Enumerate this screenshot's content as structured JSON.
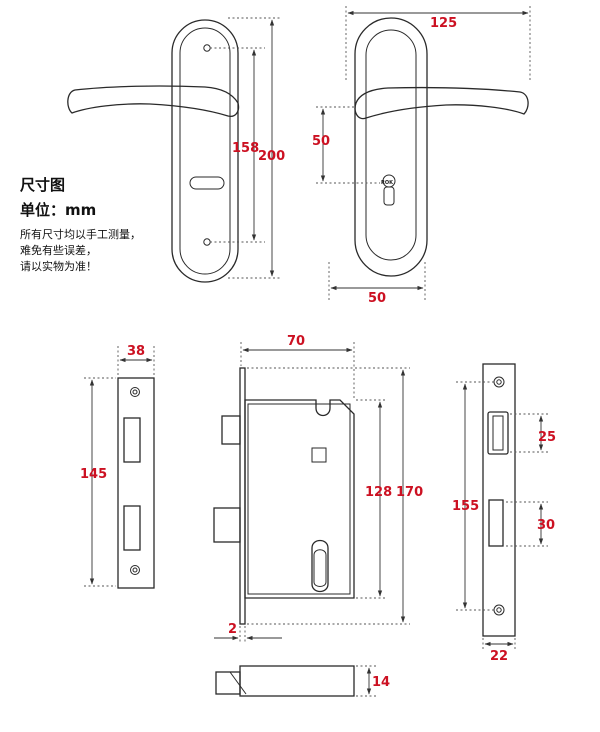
{
  "notes": {
    "title": "尺寸图",
    "unit": "单位：mm",
    "disclaimer": [
      "所有尺寸均以手工测量，",
      "难免有些误差，",
      "请以实物为准！"
    ]
  },
  "dimensions": {
    "plate_hole_spacing": "158",
    "plate_height": "200",
    "handle_length": "125",
    "handle_to_keyhole": "50",
    "plate_width": "50",
    "strike_width": "38",
    "strike_height": "145",
    "lock_body_depth": "70",
    "faceplate_height": "170",
    "case_height": "128",
    "faceplate_thickness": "2",
    "latch_thickness": "14",
    "faceplate_hole_spacing": "155",
    "latch_opening": "25",
    "bolt_opening": "30",
    "faceplate_width": "22"
  },
  "keyhole_label": "ROK"
}
